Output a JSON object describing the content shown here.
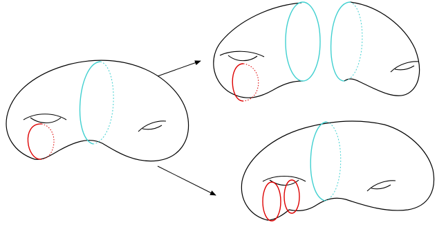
{
  "diagram": {
    "surfaces": [
      {
        "name": "genus-two-surface-original",
        "curves": [
          "separating-curve",
          "nonseparating-curve"
        ]
      },
      {
        "name": "surface-cut-along-separating-curve",
        "curves": [
          "separating-curve-copy-left",
          "separating-curve-copy-right",
          "nonseparating-curve"
        ]
      },
      {
        "name": "surface-cut-along-nonseparating-curve",
        "curves": [
          "separating-curve",
          "nonseparating-curve-copy-left",
          "nonseparating-curve-copy-right"
        ]
      }
    ],
    "arrows": [
      {
        "from": "genus-two-surface-original",
        "to": "surface-cut-along-separating-curve"
      },
      {
        "from": "genus-two-surface-original",
        "to": "surface-cut-along-nonseparating-curve"
      }
    ],
    "colors": {
      "outline": "#000000",
      "separating_curve": "#40d0d0",
      "nonseparating_curve": "#dd0000"
    }
  }
}
